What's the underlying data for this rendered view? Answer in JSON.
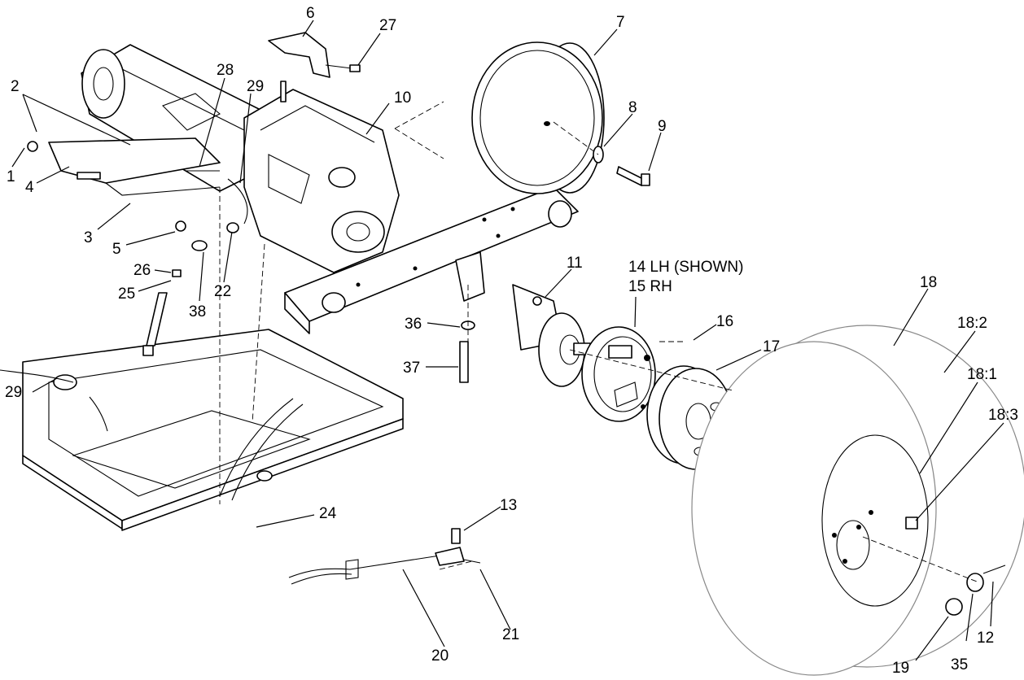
{
  "labels": {
    "l1": "1",
    "l2": "2",
    "l3": "3",
    "l4": "4",
    "l5": "5",
    "l6": "6",
    "l7": "7",
    "l8": "8",
    "l9": "9",
    "l10": "10",
    "l11": "11",
    "l12": "12",
    "l13": "13",
    "l14": "14 LH  (SHOWN)",
    "l15": "15 RH",
    "l16": "16",
    "l17": "17",
    "l18": "18",
    "l18_1": "18:1",
    "l18_2": "18:2",
    "l18_3": "18:3",
    "l19": "19",
    "l20": "20",
    "l21": "21",
    "l22": "22",
    "l24": "24",
    "l25": "25",
    "l26": "26",
    "l27": "27",
    "l28": "28",
    "l29a": "29",
    "l29b": "29",
    "l35": "35",
    "l36": "36",
    "l37": "37",
    "l38": "38"
  }
}
